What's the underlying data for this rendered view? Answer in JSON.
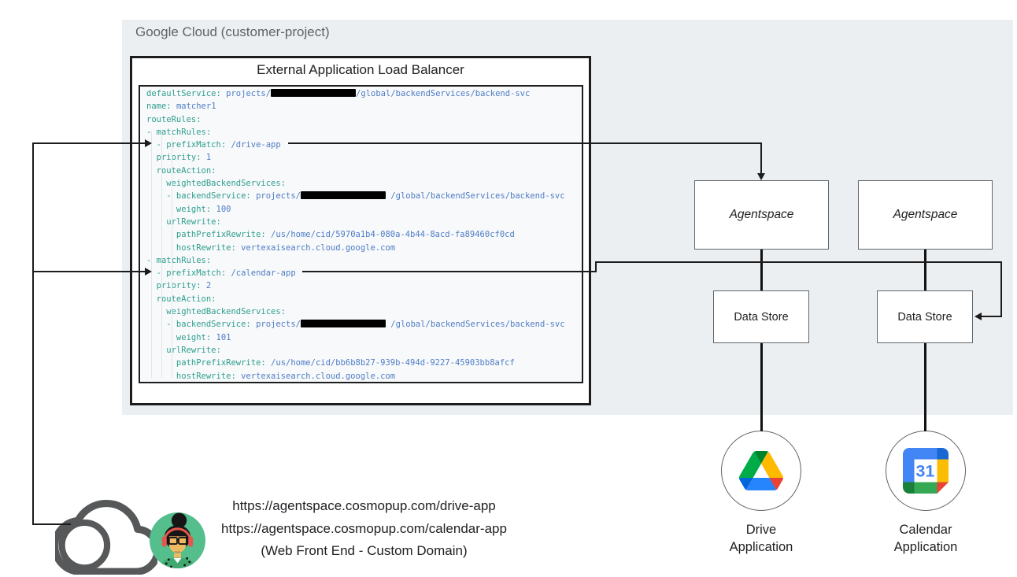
{
  "header": {
    "title": "Google Cloud (customer-project)"
  },
  "load_balancer": {
    "title": "External Application Load Balancer"
  },
  "code": {
    "lines": [
      [
        [
          "k",
          "defaultService: "
        ],
        [
          "v",
          "projects/"
        ],
        [
          "x",
          ""
        ],
        [
          "v",
          "/global/backendServices/backend-svc"
        ]
      ],
      [
        [
          "k",
          "name: "
        ],
        [
          "v",
          "matcher1"
        ]
      ],
      [
        [
          "k",
          "routeRules:"
        ]
      ],
      [
        [
          "k",
          "- matchRules:"
        ]
      ],
      [
        [
          "k",
          "  - prefixMatch: "
        ],
        [
          "v",
          "/drive-app"
        ]
      ],
      [
        [
          "k",
          "  priority: "
        ],
        [
          "v",
          "1"
        ]
      ],
      [
        [
          "k",
          "  routeAction:"
        ]
      ],
      [
        [
          "k",
          "    weightedBackendServices:"
        ]
      ],
      [
        [
          "k",
          "    - backendService: "
        ],
        [
          "v",
          "projects/"
        ],
        [
          "x",
          ""
        ],
        [
          "v",
          " /global/backendServices/backend-svc"
        ]
      ],
      [
        [
          "k",
          "      weight: "
        ],
        [
          "v",
          "100"
        ]
      ],
      [
        [
          "k",
          "    urlRewrite:"
        ]
      ],
      [
        [
          "k",
          "      pathPrefixRewrite: "
        ],
        [
          "v",
          "/us/home/cid/5970a1b4-080a-4b44-8acd-fa89460cf0cd"
        ]
      ],
      [
        [
          "k",
          "      hostRewrite: "
        ],
        [
          "v",
          "vertexaisearch.cloud.google.com"
        ]
      ],
      [
        [
          "k",
          "- matchRules:"
        ]
      ],
      [
        [
          "k",
          "  - prefixMatch: "
        ],
        [
          "v",
          "/calendar-app"
        ]
      ],
      [
        [
          "k",
          "  priority: "
        ],
        [
          "v",
          "2"
        ]
      ],
      [
        [
          "k",
          "  routeAction:"
        ]
      ],
      [
        [
          "k",
          "    weightedBackendServices:"
        ]
      ],
      [
        [
          "k",
          "    - backendService: "
        ],
        [
          "v",
          "projects/"
        ],
        [
          "x",
          ""
        ],
        [
          "v",
          " /global/backendServices/backend-svc"
        ]
      ],
      [
        [
          "k",
          "      weight: "
        ],
        [
          "v",
          "101"
        ]
      ],
      [
        [
          "k",
          "    urlRewrite:"
        ]
      ],
      [
        [
          "k",
          "      pathPrefixRewrite: "
        ],
        [
          "v",
          "/us/home/cid/bb6b8b27-939b-494d-9227-45903bb8afcf"
        ]
      ],
      [
        [
          "k",
          "      hostRewrite: "
        ],
        [
          "v",
          "vertexaisearch.cloud.google.com"
        ]
      ]
    ]
  },
  "agentspace_boxes": [
    {
      "label": "Agentspace"
    },
    {
      "label": "Agentspace"
    }
  ],
  "datastore_boxes": [
    {
      "label": "Data Store"
    },
    {
      "label": "Data Store"
    }
  ],
  "apps": [
    {
      "name": "drive",
      "label_lines": [
        "Drive",
        "Application"
      ],
      "icon": "google-drive-icon"
    },
    {
      "name": "calendar",
      "label_lines": [
        "Calendar",
        "Application"
      ],
      "icon": "google-calendar-icon",
      "badge_number": "31"
    }
  ],
  "frontend": {
    "urls": [
      "https://agentspace.cosmopup.com/drive-app",
      "https://agentspace.cosmopup.com/calendar-app"
    ],
    "caption": "(Web Front End - Custom Domain)"
  },
  "colors": {
    "panel_background": "#eceff1",
    "code_key": "#2e9e8f",
    "code_value": "#4e7cc6",
    "connector": "#1c1c1c",
    "google_blue": "#4285f4",
    "google_dark_blue": "#1967d2",
    "google_green": "#34a853",
    "google_dark_green": "#188038",
    "google_yellow": "#fbbc04",
    "google_red": "#ea4335",
    "avatar_background": "#54be8c",
    "headphones": "#e4574d",
    "cloud_stroke": "#56585a"
  }
}
